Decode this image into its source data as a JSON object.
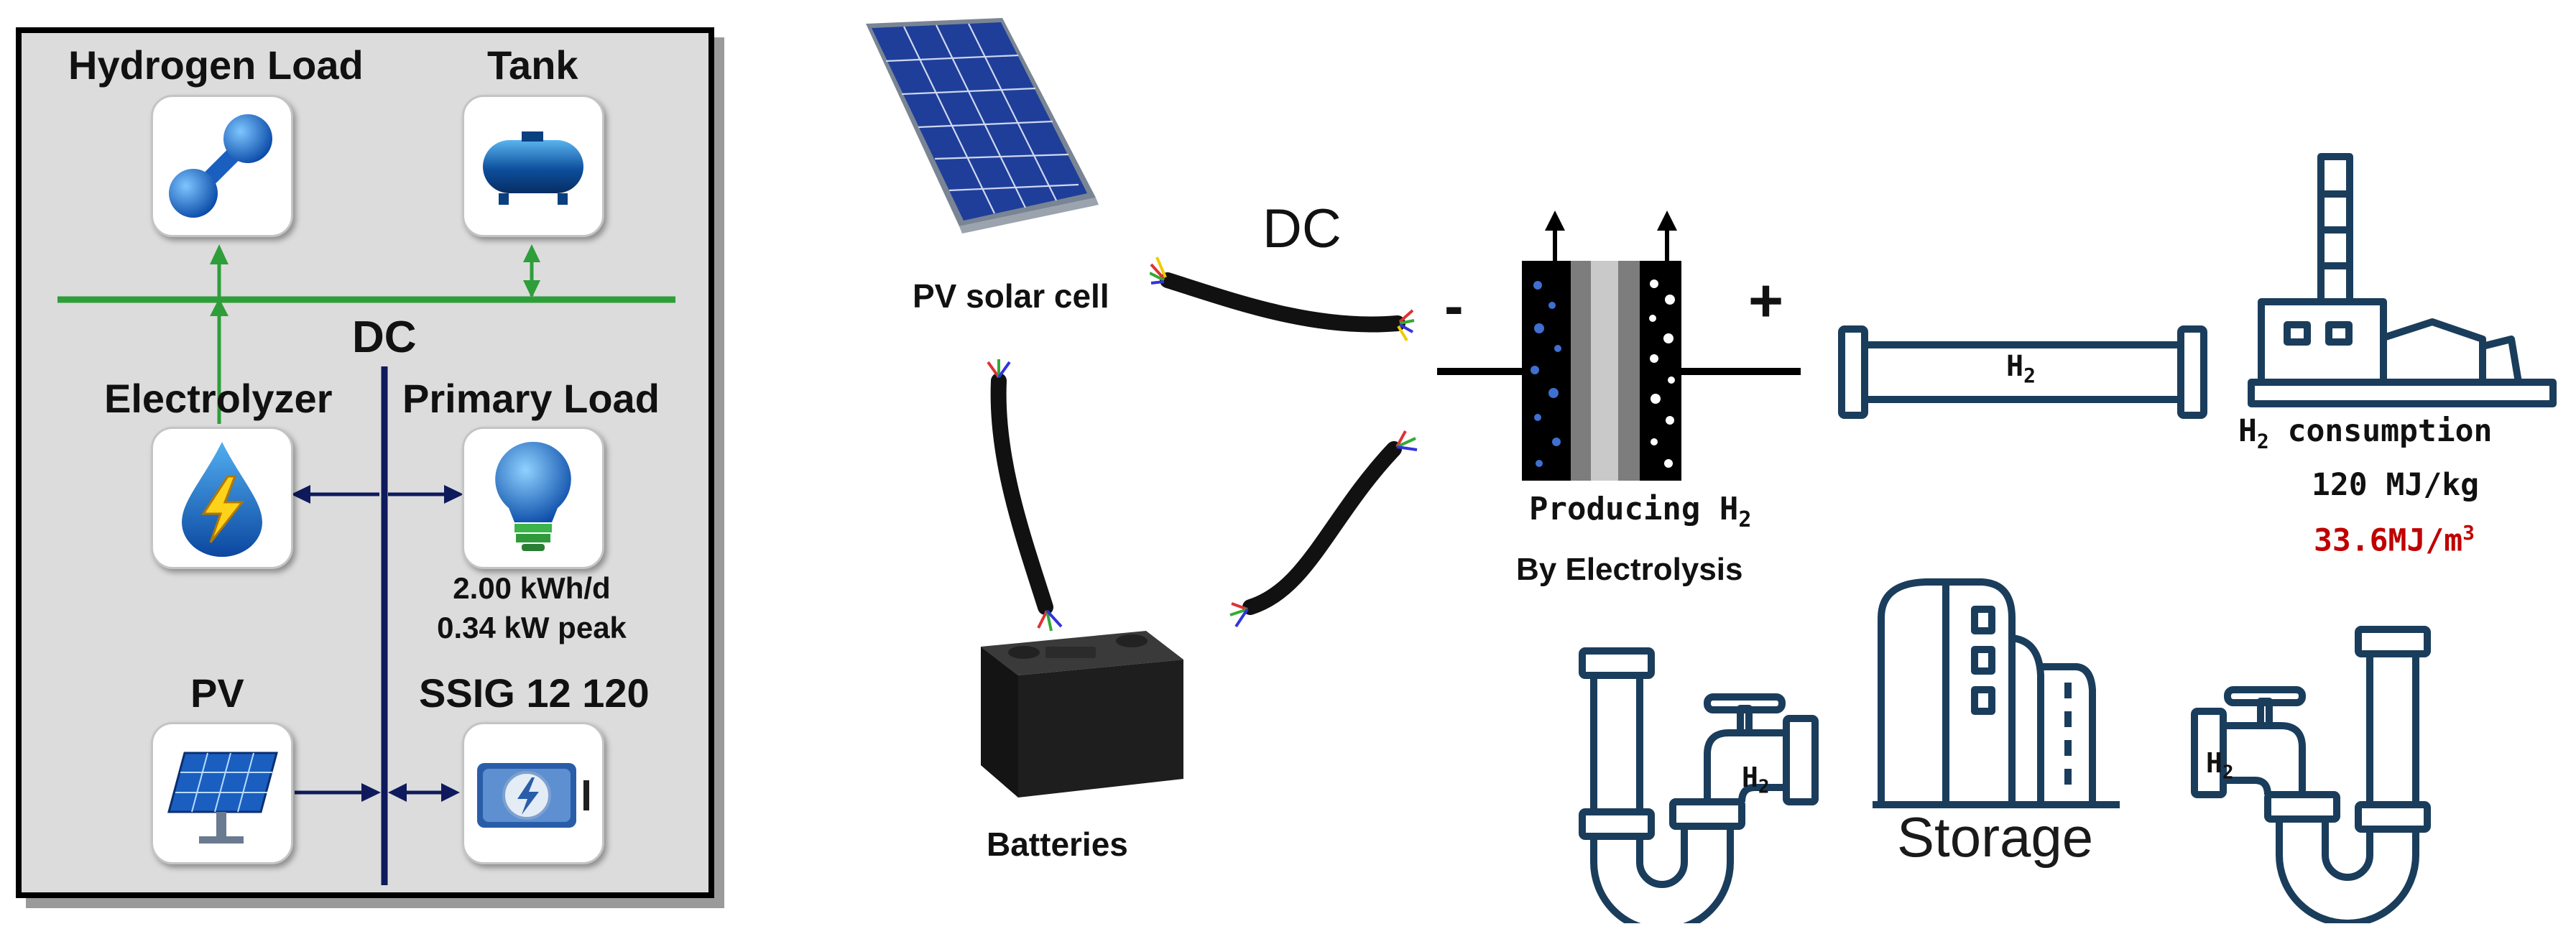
{
  "left": {
    "hydrogen_load": "Hydrogen Load",
    "tank": "Tank",
    "dc": "DC",
    "electrolyzer": "Electrolyzer",
    "primary_load": "Primary Load",
    "primary_load_energy": "2.00 kWh/d",
    "primary_load_peak": "0.34 kW peak",
    "pv": "PV",
    "converter": "SSIG 12 120",
    "colors": {
      "bus_green": "#2e9e3a",
      "bus_navy": "#0e1a5c",
      "panel_bg": "#dcdcdc"
    }
  },
  "right": {
    "pv_solar_cell": "PV solar cell",
    "dc": "DC",
    "batteries": "Batteries",
    "minus": "-",
    "plus": "+",
    "producing": "Producing  H",
    "producing_sub": "2",
    "by_electrolysis": "By Electrolysis",
    "pipe_h": "H",
    "pipe_sub": "2",
    "consumption_h": "H",
    "consumption_sub": "2",
    "consumption": " consumption",
    "mj_kg": "120 MJ/kg",
    "mj_m3": "33.6MJ/m",
    "mj_m3_sup": "3",
    "tap_left_h": "H",
    "tap_left_sub": "2",
    "tap_right_h": "H",
    "tap_right_sub": "2",
    "storage": "Storage",
    "colors": {
      "navy": "#1a3d5c",
      "red": "#c00000"
    }
  }
}
